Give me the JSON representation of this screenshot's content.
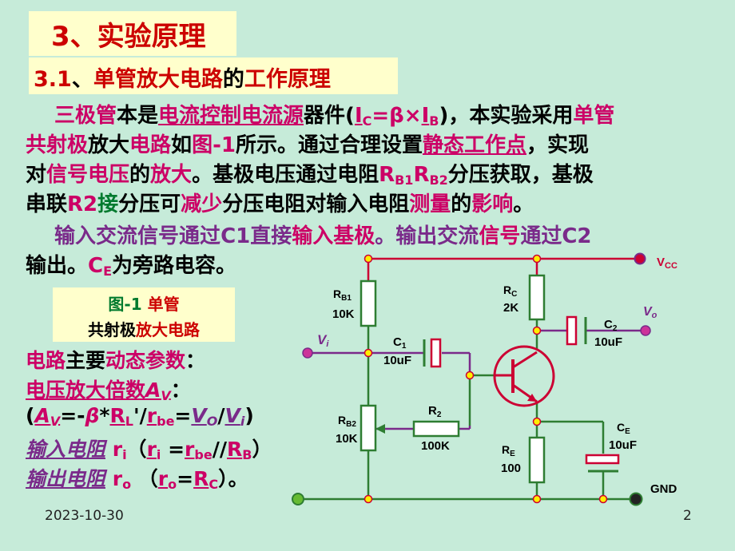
{
  "slide": {
    "title": "3、实验原理",
    "subtitle_a": "3.1",
    "subtitle_b": "、",
    "subtitle_c": "单管放大电路",
    "subtitle_d": "的",
    "subtitle_e": "工作原理",
    "date": "2023-10-30",
    "page_number": "2"
  },
  "para1": {
    "l1_a": "三极管",
    "l1_b": "本是",
    "l1_c": "电流控制电流源",
    "l1_d": "器件(",
    "l1_e": "I",
    "l1_e_sub": "C",
    "l1_f": "=β×",
    "l1_g": "I",
    "l1_g_sub": "B",
    "l1_h": ")，本实验采用",
    "l1_i": "单管",
    "l2_a": "共射极",
    "l2_b": "放大",
    "l2_c": "电路",
    "l2_d": "如",
    "l2_e": "图-1",
    "l2_f": "所示。通过合理设置",
    "l2_g": "静态工作点",
    "l2_h": "，实现",
    "l3_a": "对",
    "l3_b": "信号电压",
    "l3_c": "的",
    "l3_d": "放大",
    "l3_e": "。基极电压通过电阻",
    "l3_f": "R",
    "l3_f_sub": "B1",
    "l3_g": "R",
    "l3_g_sub": "B2",
    "l3_h": "分压获取，基极",
    "l4_a": "串联",
    "l4_b": "R2",
    "l4_c": "接",
    "l4_d": "分压可",
    "l4_e": "减少",
    "l4_f": "分压电阻对输入电阻",
    "l4_g": "测量",
    "l4_h": "的",
    "l4_i": "影响",
    "l4_j": "。"
  },
  "para2": {
    "l1_a": "输入",
    "l1_b": "交流",
    "l1_c": "信号",
    "l1_d": "通过",
    "l1_e": "C1",
    "l1_f": "直接",
    "l1_g": "输入基极",
    "l1_h": "。",
    "l1_i": "输出",
    "l1_j": "交流",
    "l1_k": "信号",
    "l1_l": "通过",
    "l1_m": "C2",
    "l2_a": "输出。",
    "l2_b": "C",
    "l2_b_sub": "E",
    "l2_c": "为旁路电容。"
  },
  "figure": {
    "caption_a": "图-1 ",
    "caption_b": "单管",
    "caption_c": "共射极",
    "caption_d": "放大电路"
  },
  "params": {
    "h_a": "电路",
    "h_b": "主要",
    "h_c": "动态参数",
    "h_d": "：",
    "gain_a": "电压放大倍数",
    "gain_b": "A",
    "gain_b_sub": "V",
    "gain_c": "：",
    "formula_a": "(",
    "formula_b": "A",
    "formula_b_sub": "V",
    "formula_c": "=-",
    "formula_d": "β",
    "formula_e": "*",
    "formula_f": "R",
    "formula_f_sub": "L",
    "formula_g": "'/",
    "formula_h": "r",
    "formula_h_sub": "be",
    "formula_i": "=",
    "formula_j": "V",
    "formula_j_sub": "O",
    "formula_k": "/",
    "formula_l": "V",
    "formula_l_sub": "i",
    "formula_m": ")",
    "rin_a": "输入电阻",
    "rin_b": " r",
    "rin_b_sub": "i",
    "rin_c": "（",
    "rin_d": "r",
    "rin_d_sub": "i",
    "rin_e": " =",
    "rin_f": "r",
    "rin_f_sub": "be",
    "rin_g": "//",
    "rin_h": "R",
    "rin_h_sub": "B",
    "rin_i": "）",
    "rout_a": "输出电阻",
    "rout_b": " r",
    "rout_b_sub": "o",
    "rout_c": " （",
    "rout_d": "r",
    "rout_d_sub": "o",
    "rout_e": "=",
    "rout_f": "R",
    "rout_f_sub": "C",
    "rout_g": "）。"
  },
  "circuit": {
    "vcc_main": "V",
    "vcc_sub": "CC",
    "vo_main": "V",
    "vo_sub": "o",
    "vi_main": "V",
    "vi_sub": "i",
    "rb1_main": "R",
    "rb1_sub": "B1",
    "rb1_value": "10K",
    "rc_main": "R",
    "rc_sub": "C",
    "rc_value": "2K",
    "c1_main": "C",
    "c1_sub": "1",
    "c1_value": "10uF",
    "c2_main": "C",
    "c2_sub": "2",
    "c2_value": "10uF",
    "r2_main": "R",
    "r2_sub": "2",
    "r2_value": "100K",
    "rb2_main": "R",
    "rb2_sub": "B2",
    "rb2_value": "10K",
    "re_main": "R",
    "re_sub": "E",
    "re_value": "100",
    "ce_main": "C",
    "ce_sub": "E",
    "ce_value": "10uF",
    "gnd": "GND"
  },
  "colors": {
    "background": "#c6ebd9",
    "title_box": "#ffffcc",
    "heading_red": "#cc0000",
    "magenta": "#cc0066",
    "purple": "#7a2a8a",
    "green": "#007a2e",
    "circuit_wire_red": "#cc0033",
    "circuit_wire_green": "#2e7d32",
    "circuit_wire_purple": "#7a2a8a"
  }
}
